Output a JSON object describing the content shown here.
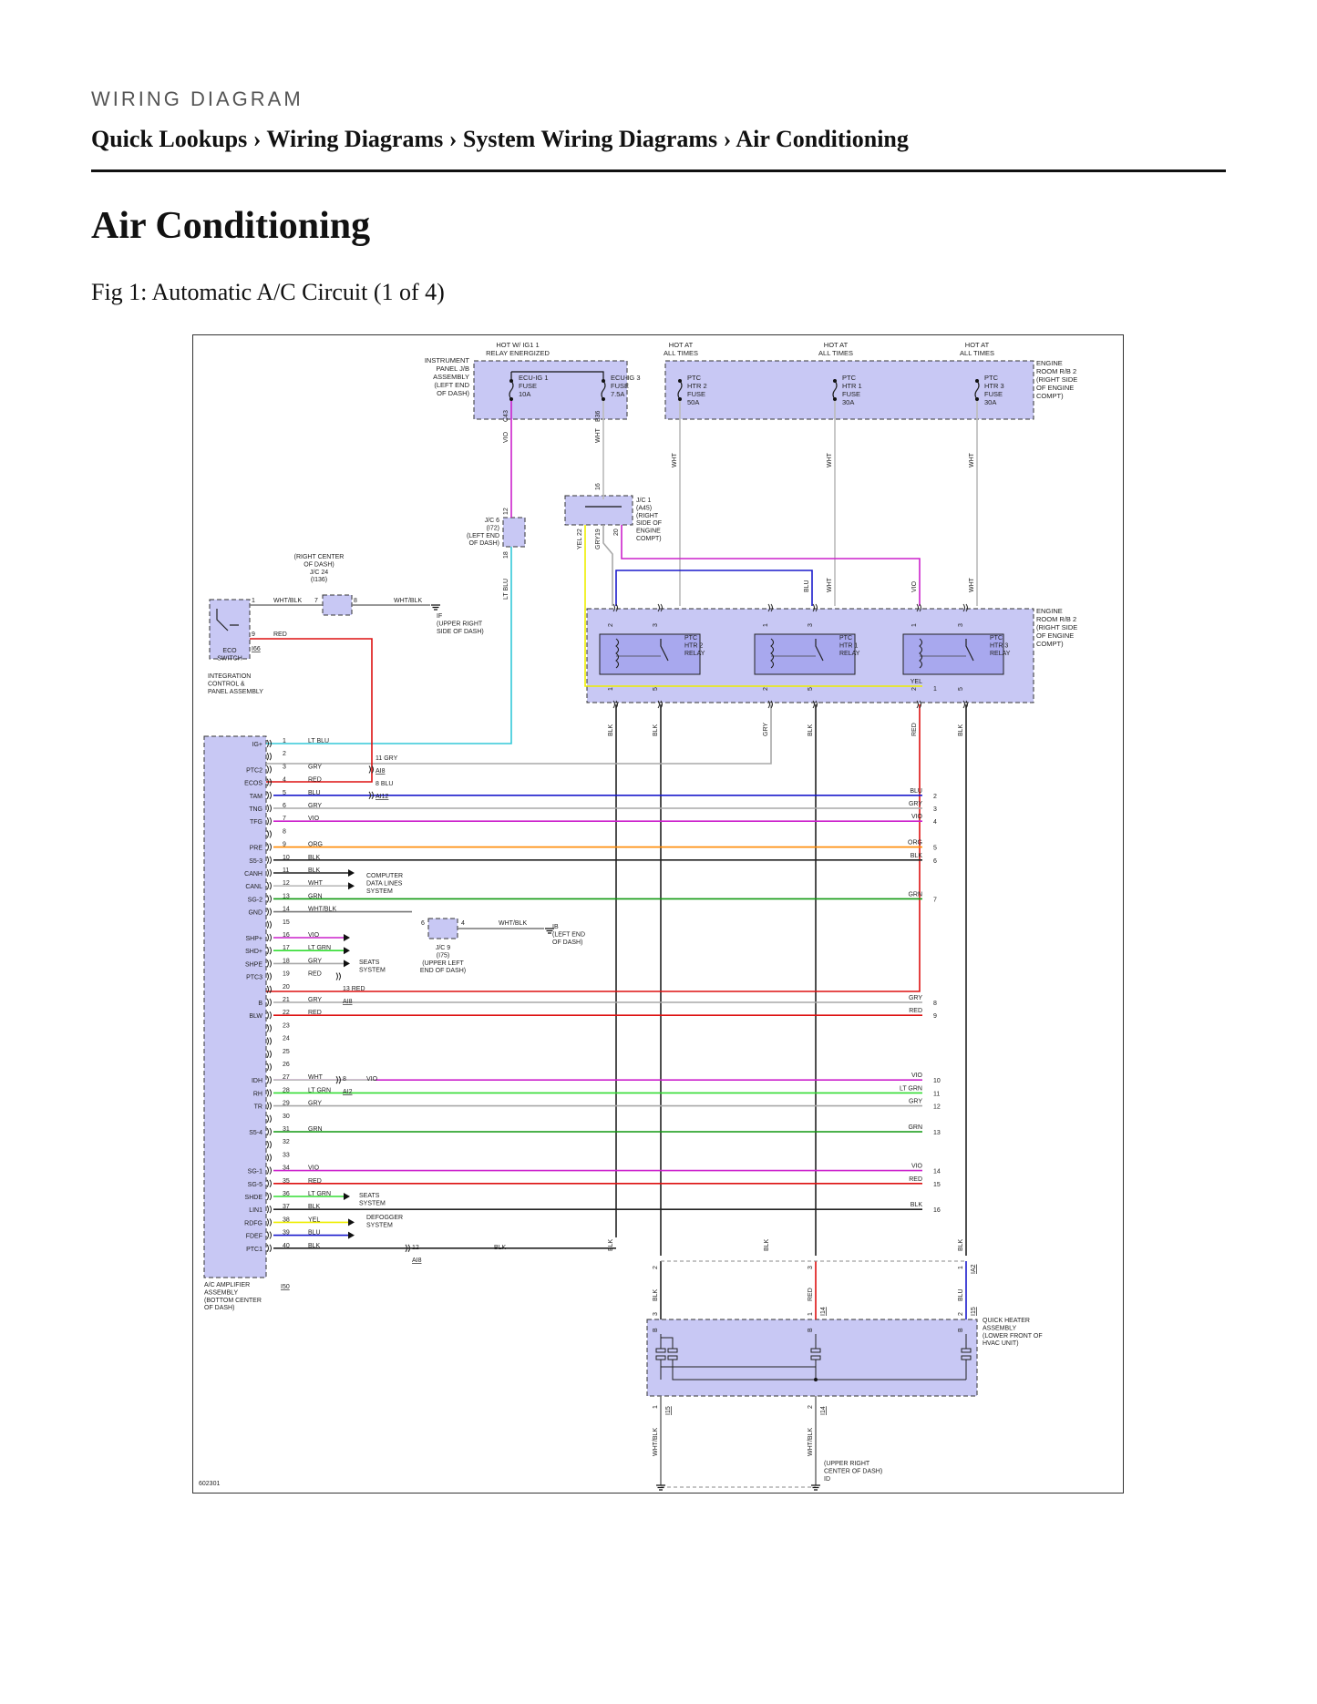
{
  "header": {
    "kicker": "WIRING DIAGRAM",
    "breadcrumb": "Quick Lookups › Wiring Diagrams › System Wiring Diagrams › Air Conditioning",
    "title": "Air Conditioning",
    "figure_caption": "Fig 1: Automatic A/C Circuit (1 of 4)"
  },
  "colors": {
    "component_fill": "#c8c8f4",
    "relay_fill": "#a8a8ee",
    "LT BLU": "#33c8d8",
    "RED": "#dd1111",
    "GRY": "#a8a8a8",
    "BLU": "#1a1acc",
    "VIO": "#cc22cc",
    "ORG": "#ff8800",
    "BLK": "#222222",
    "WHT": "#bbbbbb",
    "GRN": "#119911",
    "LT GRN": "#33dd33",
    "YEL": "#eeee00",
    "WHT/BLK": "#777777"
  },
  "diagram": {
    "figure_id": "602301",
    "top_labels": {
      "hot_ig1": "HOT W/ IG1 1\nRELAY ENERGIZED",
      "hot_all_1": "HOT AT\nALL TIMES",
      "hot_all_2": "HOT AT\nALL TIMES",
      "hot_all_3": "HOT AT\nALL TIMES"
    },
    "jb_label": "INSTRUMENT\nPANEL J/B\nASSEMBLY\n(LEFT END\nOF DASH)",
    "fuses": [
      {
        "text": "ECU-IG 1\nFUSE\n10A"
      },
      {
        "text": "ECU-IG 3\nFUSE\n7.5A"
      },
      {
        "text": "PTC\nHTR 2\nFUSE\n50A"
      },
      {
        "text": "PTC\nHTR 1\nFUSE\n30A"
      },
      {
        "text": "PTC\nHTR 3\nFUSE\n30A"
      }
    ],
    "engine_rb2_label_top": "ENGINE\nROOM R/B 2\n(RIGHT SIDE\nOF ENGINE\nCOMPT)",
    "engine_rb2_label_relays": "ENGINE\nROOM R/B 2\n(RIGHT SIDE\nOF ENGINE\nCOMPT)",
    "connectors": {
      "c43": "C43",
      "b36": "B36",
      "jc1": "J/C 1\n(A45)\n(RIGHT\nSIDE OF\nENGINE\nCOMPT)",
      "jc6": "J/C 6\n(I72)\n(LEFT END\nOF DASH)",
      "jc24": "(RIGHT CENTER\nOF DASH)\nJ/C 24\n(I136)",
      "jc9": "J/C 9\n(I75)\n(UPPER LEFT\nEND OF DASH)",
      "if_ground": "IF\n(UPPER RIGHT\nSIDE OF DASH)",
      "ib_ground": "IB\n(LEFT END\nOF DASH)",
      "id_ground": "(UPPER RIGHT\nCENTER OF DASH)\nID",
      "i66": "I66",
      "i50": "I50"
    },
    "relays": [
      {
        "text": "PTC\nHTR 2\nRELAY"
      },
      {
        "text": "PTC\nHTR 1\nRELAY"
      },
      {
        "text": "PTC\nHTR 3\nRELAY"
      }
    ],
    "eco_switch": {
      "label": "ECO\nSWITCH",
      "assembly": "INTEGRATION\nCONTROL &\nPANEL ASSEMBLY"
    },
    "amplifier": {
      "label": "A/C AMPLIFIER\nASSEMBLY\n(BOTTOM CENTER\nOF DASH)",
      "pins": [
        {
          "pin": "1",
          "name": "IG+",
          "wire": "LT BLU"
        },
        {
          "pin": "2",
          "name": "",
          "wire": ""
        },
        {
          "pin": "3",
          "name": "PTC2",
          "wire": "GRY"
        },
        {
          "pin": "4",
          "name": "ECOS",
          "wire": "RED"
        },
        {
          "pin": "5",
          "name": "TAM",
          "wire": "BLU"
        },
        {
          "pin": "6",
          "name": "TNG",
          "wire": "GRY"
        },
        {
          "pin": "7",
          "name": "TFG",
          "wire": "VIO"
        },
        {
          "pin": "8",
          "name": "",
          "wire": ""
        },
        {
          "pin": "9",
          "name": "PRE",
          "wire": "ORG"
        },
        {
          "pin": "10",
          "name": "S5-3",
          "wire": "BLK"
        },
        {
          "pin": "11",
          "name": "CANH",
          "wire": "BLK"
        },
        {
          "pin": "12",
          "name": "CANL",
          "wire": "WHT"
        },
        {
          "pin": "13",
          "name": "SG-2",
          "wire": "GRN"
        },
        {
          "pin": "14",
          "name": "GND",
          "wire": "WHT/BLK"
        },
        {
          "pin": "15",
          "name": "",
          "wire": ""
        },
        {
          "pin": "16",
          "name": "SHP+",
          "wire": "VIO"
        },
        {
          "pin": "17",
          "name": "SHD+",
          "wire": "LT GRN"
        },
        {
          "pin": "18",
          "name": "SHPE",
          "wire": "GRY"
        },
        {
          "pin": "19",
          "name": "PTC3",
          "wire": "RED"
        },
        {
          "pin": "20",
          "name": "",
          "wire": ""
        },
        {
          "pin": "21",
          "name": "B",
          "wire": "GRY"
        },
        {
          "pin": "22",
          "name": "BLW",
          "wire": "RED"
        },
        {
          "pin": "23",
          "name": "",
          "wire": ""
        },
        {
          "pin": "24",
          "name": "",
          "wire": ""
        },
        {
          "pin": "25",
          "name": "",
          "wire": ""
        },
        {
          "pin": "26",
          "name": "",
          "wire": ""
        },
        {
          "pin": "27",
          "name": "IDH",
          "wire": "WHT"
        },
        {
          "pin": "28",
          "name": "RH",
          "wire": "LT GRN"
        },
        {
          "pin": "29",
          "name": "TR",
          "wire": "GRY"
        },
        {
          "pin": "30",
          "name": "",
          "wire": ""
        },
        {
          "pin": "31",
          "name": "S5-4",
          "wire": "GRN"
        },
        {
          "pin": "32",
          "name": "",
          "wire": ""
        },
        {
          "pin": "33",
          "name": "",
          "wire": ""
        },
        {
          "pin": "34",
          "name": "SG-1",
          "wire": "VIO"
        },
        {
          "pin": "35",
          "name": "SG-5",
          "wire": "RED"
        },
        {
          "pin": "36",
          "name": "SHDE",
          "wire": "LT GRN"
        },
        {
          "pin": "37",
          "name": "LIN1",
          "wire": "BLK"
        },
        {
          "pin": "38",
          "name": "RDFG",
          "wire": "YEL"
        },
        {
          "pin": "39",
          "name": "FDEF",
          "wire": "BLU"
        },
        {
          "pin": "40",
          "name": "PTC1",
          "wire": "BLK"
        }
      ]
    },
    "system_labels": {
      "computer": "COMPUTER\nDATA LINES\nSYSTEM",
      "seats1": "SEATS\nSYSTEM",
      "seats2": "SEATS\nSYSTEM",
      "defogger": "DEFOGGER\nSYSTEM"
    },
    "offpage": [
      {
        "n": "1",
        "wire": "YEL"
      },
      {
        "n": "2",
        "wire": "BLU"
      },
      {
        "n": "3",
        "wire": "GRY"
      },
      {
        "n": "4",
        "wire": "VIO"
      },
      {
        "n": "5",
        "wire": "ORG"
      },
      {
        "n": "6",
        "wire": "BLK"
      },
      {
        "n": "7",
        "wire": "GRN"
      },
      {
        "n": "8",
        "wire": "GRY"
      },
      {
        "n": "9",
        "wire": "RED"
      },
      {
        "n": "10",
        "wire": "VIO"
      },
      {
        "n": "11",
        "wire": "LT GRN"
      },
      {
        "n": "12",
        "wire": "GRY"
      },
      {
        "n": "13",
        "wire": "GRN"
      },
      {
        "n": "14",
        "wire": "VIO"
      },
      {
        "n": "15",
        "wire": "RED"
      },
      {
        "n": "16",
        "wire": "BLK"
      }
    ],
    "inline_connectors": {
      "ai8_a": "AI8",
      "ai12": "AI12",
      "ai8_b": "AI8",
      "ai2": "AI2",
      "ai8_c": "AI8",
      "ia2": "IA2",
      "i14a": "I14",
      "i15a": "I15",
      "i15b": "I15",
      "i14b": "I14"
    },
    "heater": {
      "label": "QUICK HEATER\nASSEMBLY\n(LOWER FRONT OF\nHVAC UNIT)"
    }
  }
}
